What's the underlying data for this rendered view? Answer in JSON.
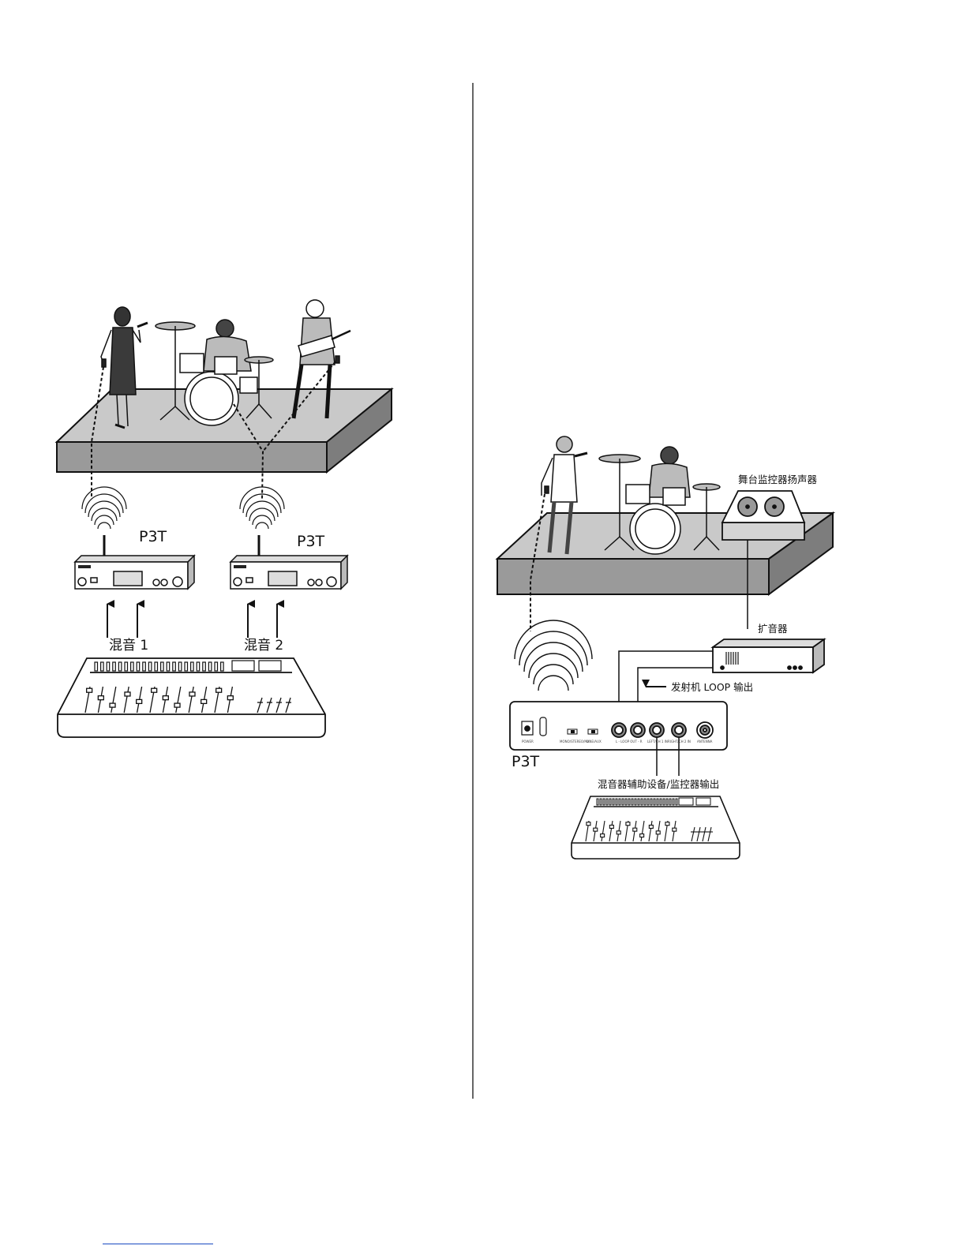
{
  "left_diagram": {
    "transmitter_left_label": "P3T",
    "transmitter_right_label": "P3T",
    "mix1_label": "混音 1",
    "mix2_label": "混音 2"
  },
  "right_diagram": {
    "stage_monitor_label": "舞台监控器扬声器",
    "amplifier_label": "扩音器",
    "loop_out_label": "发射机 LOOP 输出",
    "transmitter_label": "P3T",
    "mixer_out_label": "混音器辅助设备/监控器输出",
    "panel_labels": {
      "power": "POWER",
      "mono_stereo": "MONO/STEREO/MX",
      "line_aux": "LINE/AUX",
      "loop_out": "L - LOOP OUT - R",
      "left_in": "LEFT/CH 1 IN",
      "right_in": "RIGHT/CH 2 IN",
      "antenna": "ANTENNA"
    }
  },
  "colors": {
    "stage_top": "#c9c9c9",
    "stage_front": "#9a9a9a",
    "line": "#111111"
  }
}
